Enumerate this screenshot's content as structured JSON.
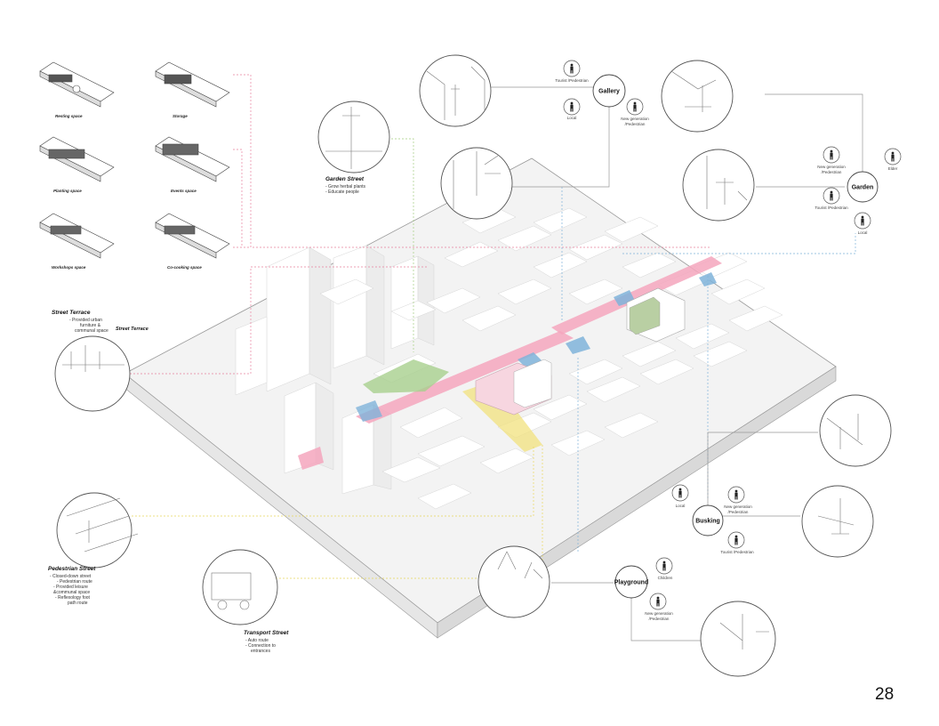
{
  "page_number": "28",
  "modules": [
    {
      "label": "Resting space"
    },
    {
      "label": "Storage"
    },
    {
      "label": "Planting space"
    },
    {
      "label": "Events space"
    },
    {
      "label": "Workshops space"
    },
    {
      "label": "Co-cooking space"
    }
  ],
  "streets": {
    "garden": {
      "title": "Garden Street",
      "lines": [
        "- Grow herbal plants",
        "- Educate people"
      ]
    },
    "terrace": {
      "title": "Street Terrace",
      "lines": [
        "- Provided urban",
        "furniture &",
        "communal space"
      ],
      "map_label": "Street Terrace"
    },
    "pedestrian": {
      "title": "Pedestrian Street",
      "lines": [
        "- Closed-down street",
        "- Pedestrian route",
        "- Provided leisure",
        "&communal space",
        "- Reflexology foot",
        "path route"
      ]
    },
    "transport": {
      "title": "Transport Street",
      "lines": [
        "- Auto route",
        "- Connection to",
        "entrances"
      ]
    }
  },
  "hubs": {
    "gallery": {
      "label": "Gallery",
      "users": [
        "Tourist /Pedestrian",
        "Local",
        "New generation /Pedestrian"
      ]
    },
    "garden": {
      "label": "Garden",
      "users": [
        "New generation /Pedestrian",
        "Elder",
        "Tourist /Pedestrian",
        "Local"
      ]
    },
    "busking": {
      "label": "Busking",
      "users": [
        "Local",
        "New generation /Pedestrian",
        "Tourist /Pedestrian"
      ]
    },
    "playground": {
      "label": "Playground",
      "users": [
        "Children",
        "New generation /Pedestrian"
      ]
    }
  },
  "colors": {
    "pedestrian": "#f4a6bd",
    "garden": "#a8d08d",
    "transport": "#f2e27d",
    "blue": "#7fb3d9",
    "lines": "#888888"
  }
}
